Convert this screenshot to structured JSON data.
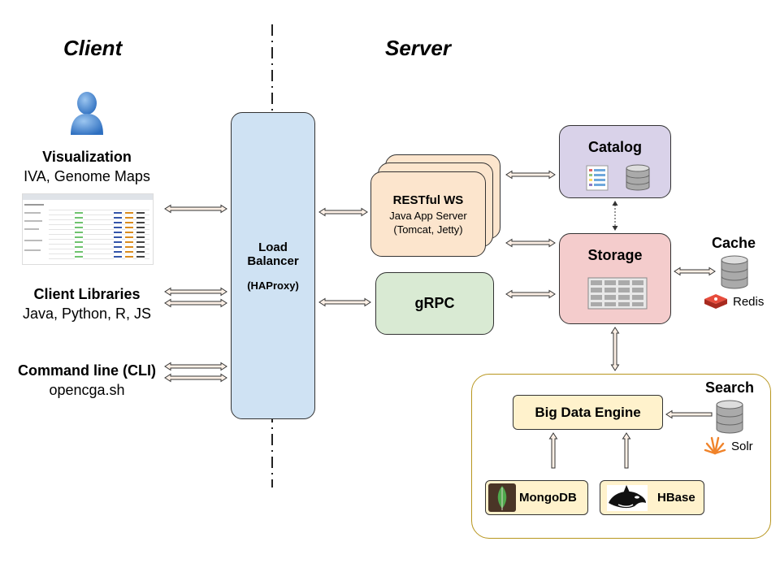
{
  "sections": {
    "client": "Client",
    "server": "Server"
  },
  "client": {
    "visualization": {
      "title": "Visualization",
      "subtitle": "IVA, Genome Maps"
    },
    "libraries": {
      "title": "Client Libraries",
      "subtitle": "Java, Python, R, JS"
    },
    "cli": {
      "title": "Command line (CLI)",
      "subtitle": "opencga.sh"
    }
  },
  "load_balancer": {
    "line1": "Load",
    "line2": "Balancer",
    "line3": "(HAProxy)"
  },
  "rest": {
    "title": "RESTful WS",
    "line1": "Java App Server",
    "line2": "(Tomcat, Jetty)"
  },
  "grpc": {
    "title": "gRPC"
  },
  "catalog": {
    "title": "Catalog"
  },
  "storage": {
    "title": "Storage"
  },
  "cache": {
    "title": "Cache",
    "tech": "Redis"
  },
  "search": {
    "title": "Search",
    "tech": "Solr"
  },
  "big_data": {
    "title": "Big Data Engine"
  },
  "mongodb": {
    "label": "MongoDB"
  },
  "hbase": {
    "label": "HBase"
  },
  "colors": {
    "load_balancer": "#cfe2f3",
    "rest": "#fce5cd",
    "grpc": "#d9ead3",
    "catalog": "#d9d2e9",
    "storage": "#f4cccc",
    "big_data_area_border": "#b8961e",
    "big_data": "#fff2cc",
    "user_icon": "#3d85c6"
  }
}
